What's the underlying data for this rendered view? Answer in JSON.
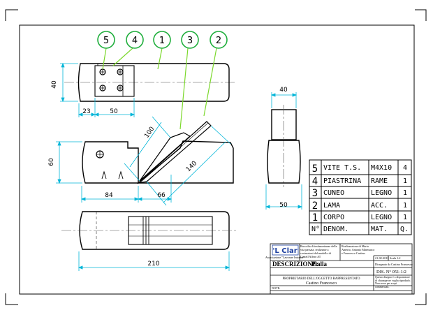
{
  "colors": {
    "outline": "#000000",
    "dimension": "#00b5d8",
    "callout": "#1fae3c",
    "leader": "#7bd82b",
    "logo": "#1d3fa0"
  },
  "callouts": [
    {
      "number": "5"
    },
    {
      "number": "4"
    },
    {
      "number": "1"
    },
    {
      "number": "3"
    },
    {
      "number": "2"
    }
  ],
  "dimensions": {
    "top_height": "40",
    "top_left": "23",
    "top_mid": "50",
    "side_height": "60",
    "side_length": "84",
    "side_mouth": "66",
    "wedge": "100",
    "blade": "140",
    "end_width_top": "40",
    "end_width_bottom": "50",
    "overall_length": "210"
  },
  "bom": {
    "rows": [
      {
        "num": "5",
        "name": "VITE T.S.",
        "material": "M4X10",
        "qty": "4"
      },
      {
        "num": "4",
        "name": "PIASTRINA",
        "material": "RAME",
        "qty": "1"
      },
      {
        "num": "3",
        "name": "CUNEO",
        "material": "LEGNO",
        "qty": "1"
      },
      {
        "num": "2",
        "name": "LAMA",
        "material": "ACC.",
        "qty": "1"
      },
      {
        "num": "1",
        "name": "CORPO",
        "material": "LEGNO",
        "qty": "1"
      }
    ],
    "header": {
      "num": "N°",
      "name": "DENOM.",
      "material": "MAT.",
      "qty": "Q."
    }
  },
  "title_block": {
    "logo": "'L Clar",
    "logo_sub": "Associazione \"Lavorare Insieme\"",
    "description_1": "Raccolta di testimonianze della vita passata, realizzate a costruzioni dal modello di Castell'Alfero AT",
    "authors": "Realizzazione di Mario Amerio, Antonio Marmusco e Francesco Castino",
    "date": "21-02-2011",
    "scale": "Scala 1:2",
    "designer": "Disegnato da Castino Francesco",
    "description_label": "DESCRIZIONE:",
    "description_value": "Pialla",
    "drawing_number": "DIS. N° 051-1/2",
    "owner_label": "PROPRIETARIO DELL'OGGETTO RAPPRESENTATO",
    "owner": "Castino Francesco",
    "notes_right": "Questo disegno è a disposizione di chiunque ne voglia riprodurlo. Non serve per scopi commerciali.",
    "note_label": "NOTE:"
  }
}
